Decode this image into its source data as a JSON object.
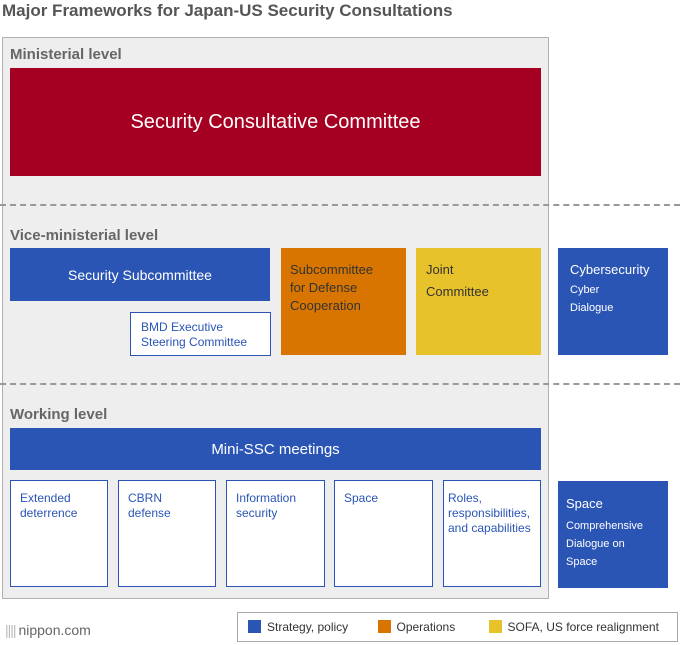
{
  "title": "Major Frameworks for Japan-US Security Consultations",
  "levels": {
    "ministerial": "Ministerial level",
    "vice": "Vice-ministerial level",
    "working": "Working level"
  },
  "ministerial": {
    "scc": "Security Consultative Committee"
  },
  "vice": {
    "ssc": "Security Subcommittee",
    "bmd": [
      "BMD Executive",
      "Steering Committee"
    ],
    "sdc": [
      "Subcommittee",
      "for Defense",
      "Cooperation"
    ],
    "joint": [
      "Joint",
      "Committee"
    ],
    "cyber_title": "Cybersecurity",
    "cyber": [
      "Cyber",
      "Dialogue"
    ]
  },
  "working": {
    "mini": "Mini-SSC meetings",
    "boxes": [
      [
        "Extended",
        "deterrence"
      ],
      [
        "CBRN defense"
      ],
      [
        "Information",
        "security"
      ],
      [
        "Space"
      ],
      [
        "Roles,",
        "responsibilities,",
        "and capabilities"
      ]
    ],
    "space_title": "Space",
    "space": [
      "Comprehensive",
      "Dialogue on",
      "Space"
    ]
  },
  "legend": [
    {
      "label": "Strategy, policy",
      "color": "#2a55b5"
    },
    {
      "label": "Operations",
      "color": "#d87500"
    },
    {
      "label": "SOFA, US force realignment",
      "color": "#e8c22a"
    }
  ],
  "logo": "nippon.com"
}
